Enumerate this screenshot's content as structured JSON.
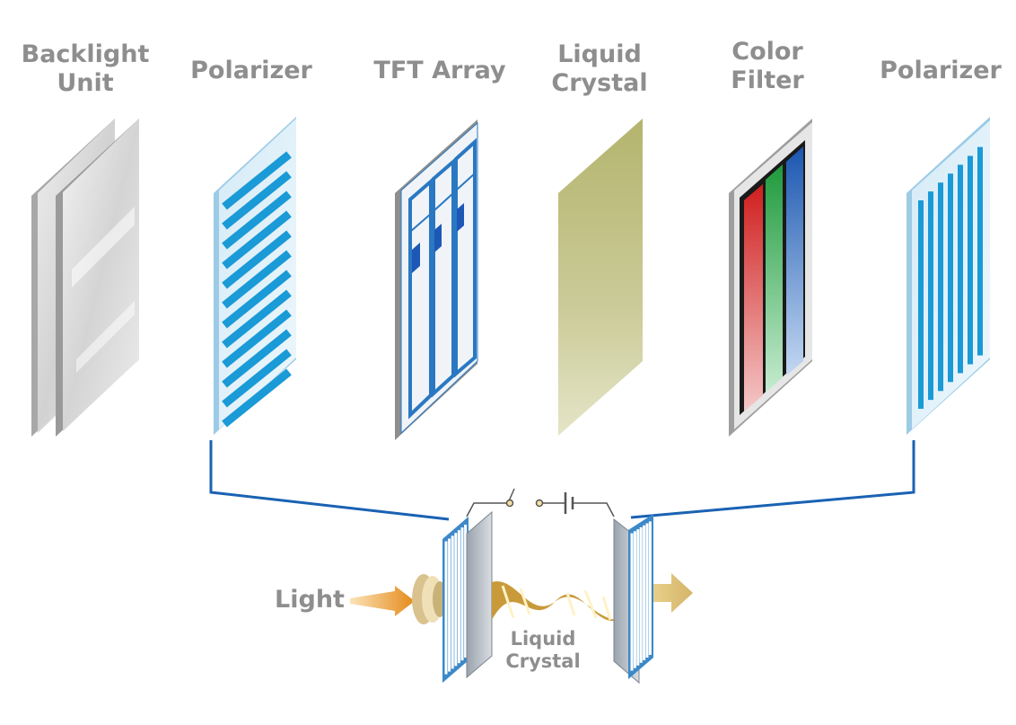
{
  "layers": [
    {
      "id": "backlight",
      "lines": [
        "Backlight",
        "Unit"
      ]
    },
    {
      "id": "polarizer-1",
      "lines": [
        "Polarizer"
      ]
    },
    {
      "id": "tft",
      "lines": [
        "TFT Array"
      ]
    },
    {
      "id": "liquid-crystal",
      "lines": [
        "Liquid",
        "Crystal"
      ]
    },
    {
      "id": "color-filter",
      "lines": [
        "Color",
        "Filter"
      ]
    },
    {
      "id": "polarizer-2",
      "lines": [
        "Polarizer"
      ]
    }
  ],
  "bottom": {
    "light_label": "Light",
    "lc_label_1": "Liquid",
    "lc_label_2": "Crystal"
  },
  "colors": {
    "label": "#8e8e8e",
    "polarizer_stripe": "#1a9ad6",
    "connector": "#1a62b3",
    "lc_panel": "#b8b87a",
    "light_arrow": "#e8a23a",
    "filter_red": "#d02828",
    "filter_green": "#2e9e44",
    "filter_blue": "#1e5fb4"
  }
}
